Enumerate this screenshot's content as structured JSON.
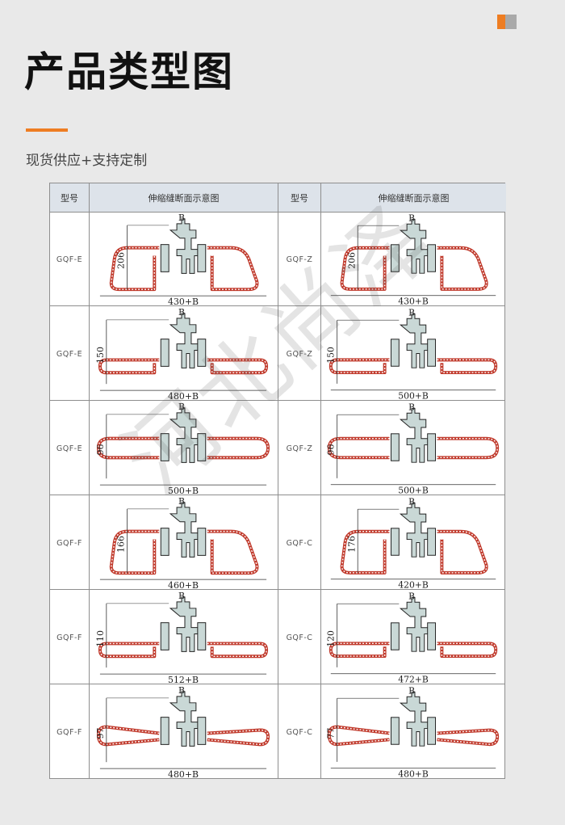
{
  "header": {
    "title": "产品类型图",
    "subtitle": "现货供应+支持定制"
  },
  "table": {
    "headers": [
      "型号",
      "伸缩缝断面示意图",
      "型号",
      "伸缩缝断面示意图"
    ],
    "rows": [
      [
        {
          "model": "GQF-E",
          "height": "206",
          "width": "430+B",
          "variant": "loop",
          "b": "B"
        },
        {
          "model": "GQF-Z",
          "height": "206",
          "width": "430+B",
          "variant": "loop",
          "b": "B"
        }
      ],
      [
        {
          "model": "GQF-E",
          "height": "150",
          "width": "480+B",
          "variant": "flat",
          "b": "B"
        },
        {
          "model": "GQF-Z",
          "height": "150",
          "width": "500+B",
          "variant": "flat",
          "b": "B"
        }
      ],
      [
        {
          "model": "GQF-E",
          "height": "96",
          "width": "500+B",
          "variant": "oval",
          "b": "B"
        },
        {
          "model": "GQF-Z",
          "height": "96",
          "width": "500+B",
          "variant": "oval",
          "b": "B"
        }
      ],
      [
        {
          "model": "GQF-F",
          "height": "166",
          "width": "460+B",
          "variant": "loop",
          "b": "B"
        },
        {
          "model": "GQF-C",
          "height": "176",
          "width": "420+B",
          "variant": "loop",
          "b": "B"
        }
      ],
      [
        {
          "model": "GQF-F",
          "height": "110",
          "width": "512+B",
          "variant": "flat",
          "b": "B"
        },
        {
          "model": "GQF-C",
          "height": "120",
          "width": "472+B",
          "variant": "flat",
          "b": "B"
        }
      ],
      [
        {
          "model": "GQF-F",
          "height": "97",
          "width": "480+B",
          "variant": "wedge",
          "b": "B"
        },
        {
          "model": "GQF-C",
          "height": "77",
          "width": "480+B",
          "variant": "wedge",
          "b": "B"
        }
      ]
    ]
  },
  "watermark": "河北尚泽",
  "colors": {
    "accent": "#ee7d22",
    "seal": "#c0392b",
    "steel": "#c9d8d6",
    "header_bg": "#dde3ea"
  }
}
